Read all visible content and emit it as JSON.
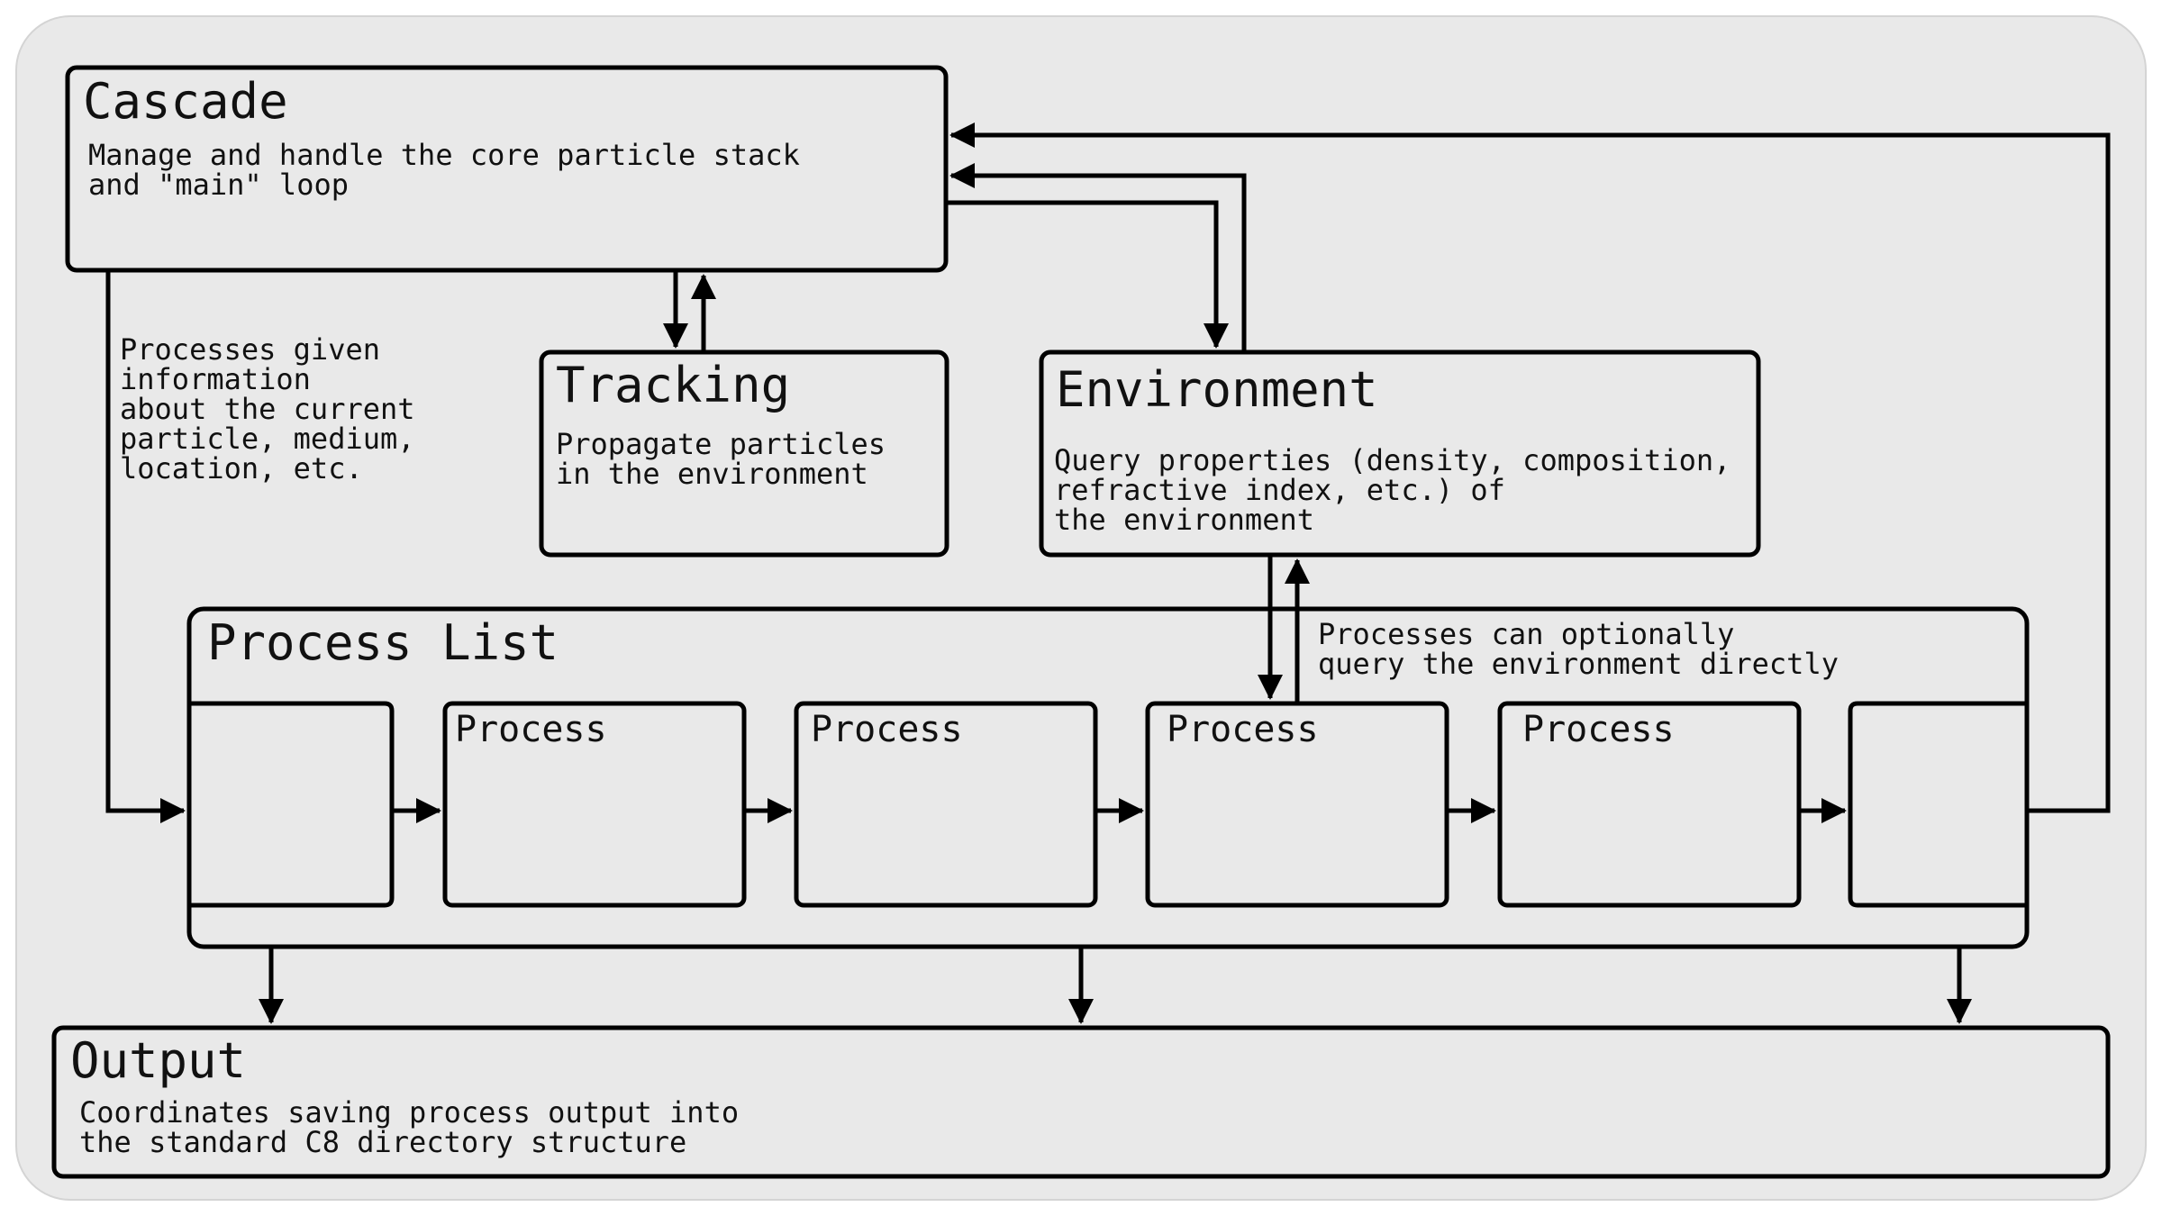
{
  "colors": {
    "background": "#e9e9e9",
    "stroke": "#000000",
    "text": "#111111"
  },
  "cascade": {
    "title": "Cascade",
    "desc": [
      "Manage and handle the core particle stack",
      "and \"main\" loop"
    ]
  },
  "tracking": {
    "title": "Tracking",
    "desc": [
      "Propagate particles",
      "in the environment"
    ]
  },
  "environment": {
    "title": "Environment",
    "desc": [
      "Query properties (density, composition,",
      "refractive index, etc.) of",
      "the environment"
    ]
  },
  "process_list": {
    "title": "Process List",
    "process_label": "Process"
  },
  "output": {
    "title": "Output",
    "desc": [
      "Coordinates saving process output into",
      "the standard C8 directory structure"
    ]
  },
  "annotations": {
    "processes_given": [
      "Processes given",
      "information",
      "about the current",
      "particle, medium,",
      "location, etc."
    ],
    "env_optional": [
      "Processes can optionally",
      "query the environment directly"
    ]
  }
}
